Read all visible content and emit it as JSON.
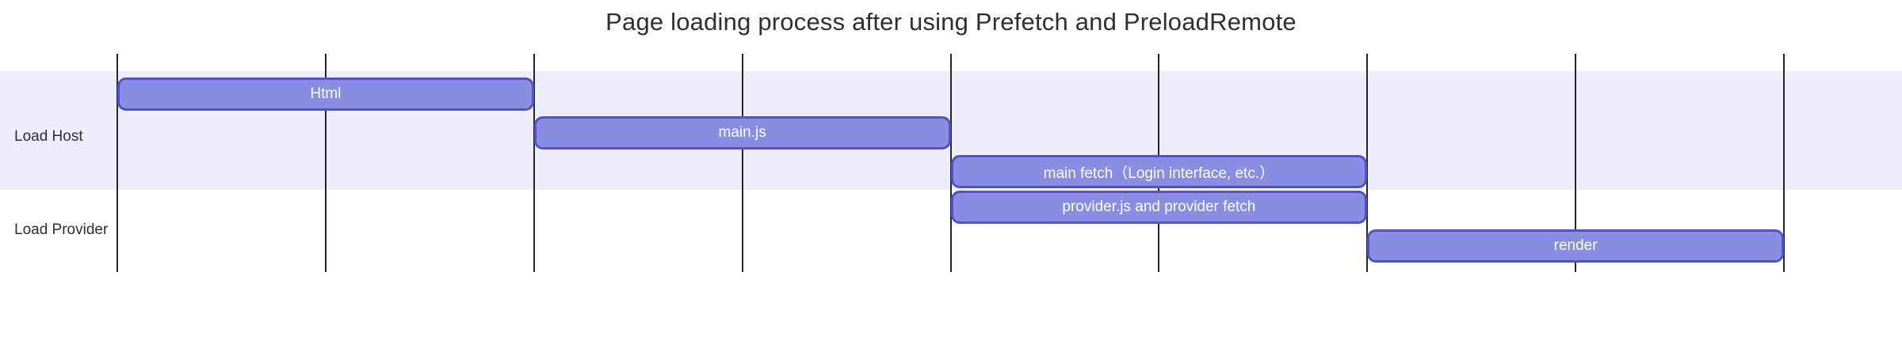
{
  "chart_data": {
    "type": "bar",
    "chart_style": "gantt-timeline",
    "title": "Page loading process after using Prefetch and PreloadRemote",
    "xlabel": "",
    "ylabel": "",
    "grid": true,
    "legend": false,
    "xlim": [
      0,
      8
    ],
    "categories": [
      "Load Host",
      "Load Provider"
    ],
    "gridline_positions": [
      0,
      1,
      2,
      3,
      4,
      5,
      6,
      7,
      8
    ],
    "tasks": [
      {
        "label": "Html",
        "lane": "Load Host",
        "track": 0,
        "start": 0.0,
        "end": 2.0
      },
      {
        "label": "main.js",
        "lane": "Load Host",
        "track": 1,
        "start": 2.0,
        "end": 4.0
      },
      {
        "label": "main fetch（Login interface, etc.）",
        "lane": "Load Host",
        "track": 2,
        "start": 4.0,
        "end": 6.0
      },
      {
        "label": "provider.js and provider fetch",
        "lane": "Load Provider",
        "track": 0,
        "start": 4.0,
        "end": 6.0
      },
      {
        "label": "render",
        "lane": "Load Provider",
        "track": 1,
        "start": 6.0,
        "end": 8.0
      }
    ],
    "colors": {
      "bar_fill": "#898ee2",
      "bar_border": "#5451c4",
      "bar_text": "#ffffff",
      "lane_band": "#eeeefb",
      "gridline": "#262630",
      "title_text": "#2f2f33",
      "background": "#ffffff"
    }
  },
  "axis": {
    "row_labels": [
      "Load Host",
      "Load Provider"
    ]
  }
}
